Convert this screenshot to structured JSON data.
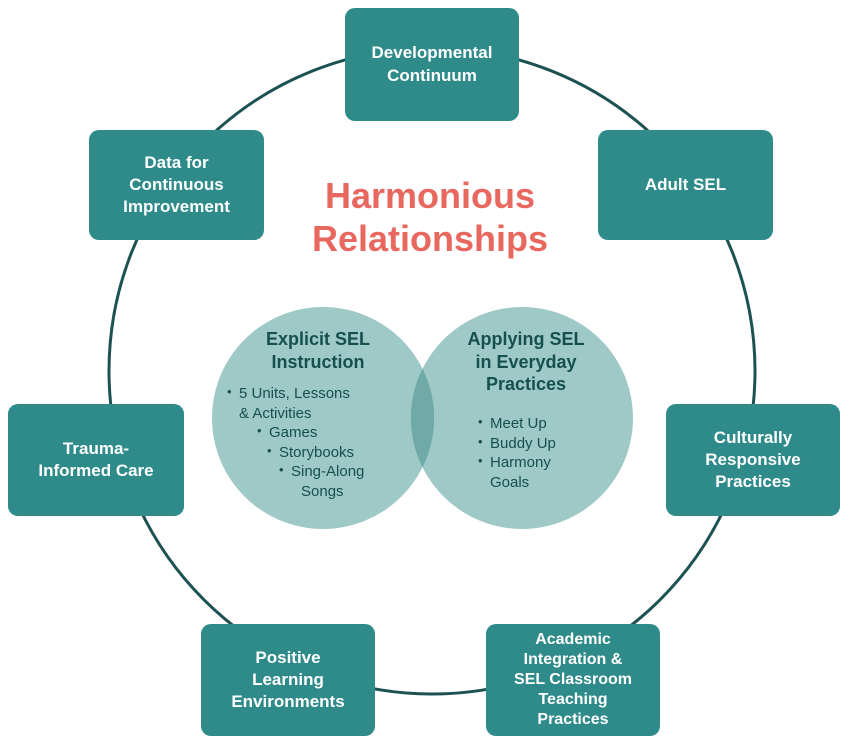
{
  "colors": {
    "box": "#2e8b8a",
    "ring": "#1c5251",
    "circle": "#9ec9c7",
    "overlap": "#6faaa8",
    "title": "#e8675f",
    "dark_text": "#15504f"
  },
  "title": {
    "line1": "Harmonious",
    "line2": "Relationships"
  },
  "boxes": {
    "developmental": {
      "line1": "Developmental",
      "line2": "Continuum"
    },
    "adult_sel": {
      "line1": "Adult SEL"
    },
    "culturally": {
      "line1": "Culturally",
      "line2": "Responsive",
      "line3": "Practices"
    },
    "academic": {
      "line1": "Academic",
      "line2": "Integration &",
      "line3": "SEL Classroom",
      "line4": "Teaching",
      "line5": "Practices"
    },
    "positive": {
      "line1": "Positive",
      "line2": "Learning",
      "line3": "Environments"
    },
    "trauma": {
      "line1": "Trauma-",
      "line2": "Informed Care"
    },
    "data": {
      "line1": "Data for",
      "line2": "Continuous",
      "line3": "Improvement"
    }
  },
  "left_circle": {
    "heading_line1": "Explicit SEL",
    "heading_line2": "Instruction",
    "items": [
      {
        "line1": "5 Units, Lessons",
        "line2": "& Activities"
      },
      {
        "line1": "Games"
      },
      {
        "line1": "Storybooks"
      },
      {
        "line1": "Sing-Along",
        "line2": "Songs"
      }
    ]
  },
  "right_circle": {
    "heading_line1": "Applying SEL",
    "heading_line2": "in Everyday",
    "heading_line3": "Practices",
    "items": [
      {
        "line1": "Meet Up"
      },
      {
        "line1": "Buddy Up"
      },
      {
        "line1": "Harmony",
        "line2": "Goals"
      }
    ]
  }
}
